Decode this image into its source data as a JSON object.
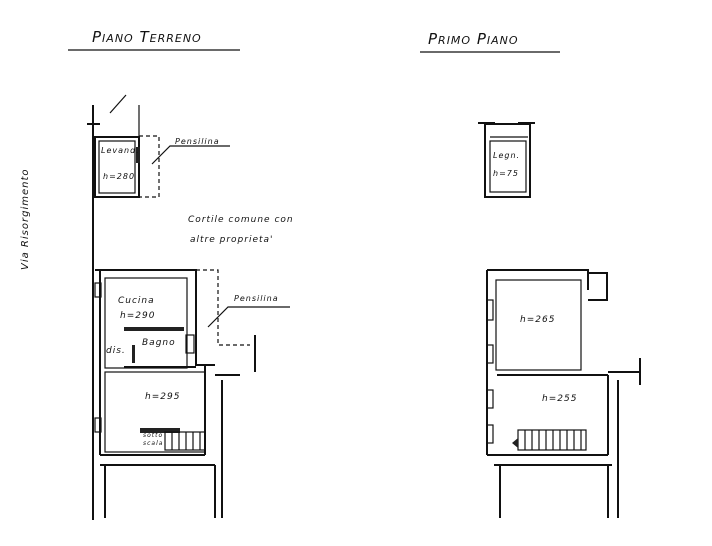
{
  "titles": {
    "ground_floor": "Piano Terreno",
    "first_floor": "Primo Piano"
  },
  "street": "Via Risorgimento",
  "ground_floor": {
    "lavanderia": {
      "name": "Levand.",
      "height": "h=280"
    },
    "pensilina_top": "Pensilina",
    "courtyard": {
      "line1": "Cortile comune con",
      "line2": "altre proprieta'"
    },
    "kitchen": {
      "name": "Cucina",
      "height": "h=290"
    },
    "pensilina_mid": "Pensilina",
    "bathroom": "Bagno",
    "disimpegno": "dis.",
    "living": {
      "height": "h=295"
    },
    "understairs": {
      "line1": "sotto",
      "line2": "scala"
    }
  },
  "first_floor": {
    "legnaia": {
      "name": "Legn.",
      "height": "h=75"
    },
    "room_upper": {
      "height": "h=265"
    },
    "room_lower": {
      "height": "h=255"
    }
  }
}
